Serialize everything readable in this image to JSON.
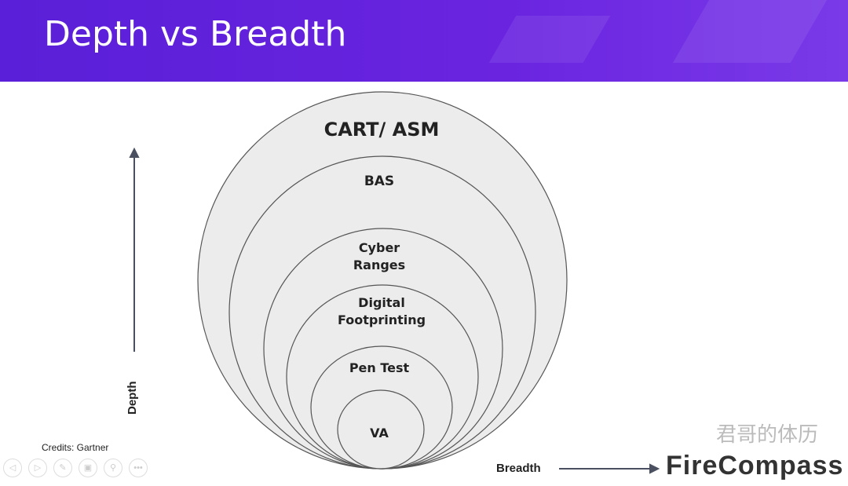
{
  "header": {
    "title": "Depth vs Breadth"
  },
  "diagram": {
    "circles": [
      "CART/ ASM",
      "BAS",
      "Cyber Ranges",
      "Digital Footprinting",
      "Pen Test",
      "VA"
    ],
    "labels": {
      "cart": "CART/ ASM",
      "bas": "BAS",
      "cyber1": "Cyber",
      "cyber2": "Ranges",
      "digital1": "Digital",
      "digital2": "Footprinting",
      "pentest": "Pen Test",
      "va": "VA"
    },
    "y_axis": "Depth",
    "x_axis": "Breadth"
  },
  "footer": {
    "credits": "Credits: Gartner",
    "logo": "FireCompass",
    "watermark": "君哥的体历"
  },
  "controls": [
    "prev",
    "next",
    "pen",
    "slides",
    "zoom",
    "more"
  ],
  "colors": {
    "header": "#5a1fd8",
    "circle_fill": "#ececec",
    "circle_stroke": "#555"
  }
}
